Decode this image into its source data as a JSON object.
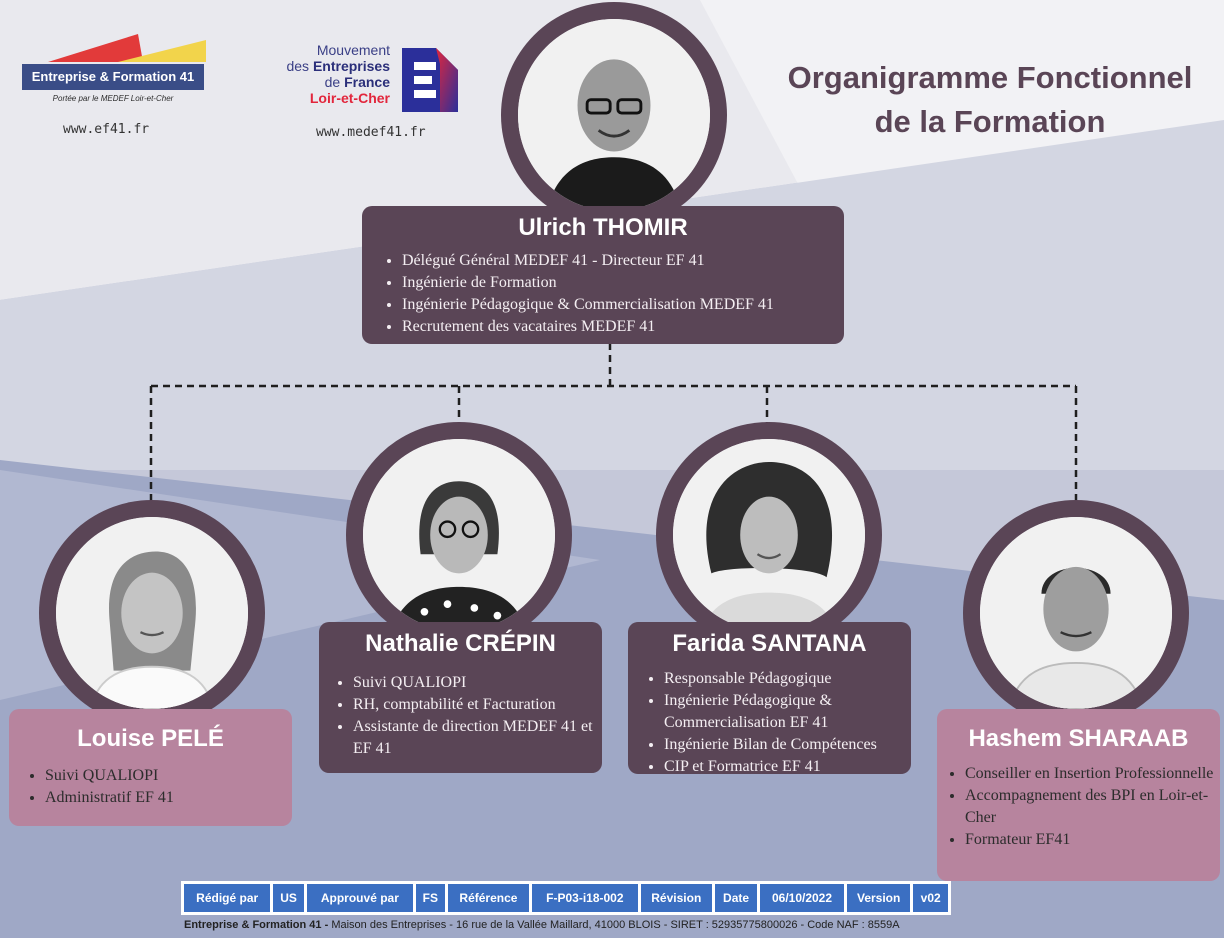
{
  "logos": {
    "ef_name": "Entreprise & Formation 41",
    "ef_tagline": "Portée par le MEDEF Loir-et-Cher",
    "ef_site": "www.ef41.fr",
    "medef_line1": "Mouvement",
    "medef_line2_a": "des ",
    "medef_line2_b": "Entreprises",
    "medef_line3_a": "de ",
    "medef_line3_b": "France",
    "medef_line4": "Loir-et-Cher",
    "medef_site": "www.medef41.fr"
  },
  "title": {
    "line1": "Organigramme Fonctionnel",
    "line2": "de la Formation"
  },
  "people": {
    "director": {
      "name": "Ulrich THOMIR",
      "roles": [
        "Délégué Général MEDEF 41 - Directeur EF 41",
        "Ingénierie de Formation",
        "Ingénierie Pédagogique & Commercialisation MEDEF 41",
        "Recrutement des vacataires MEDEF 41"
      ]
    },
    "louise": {
      "name": "Louise PELÉ",
      "roles": [
        "Suivi QUALIOPI",
        "Administratif EF 41"
      ]
    },
    "nathalie": {
      "name": "Nathalie CRÉPIN",
      "roles": [
        "Suivi QUALIOPI",
        "RH, comptabilité et Facturation",
        "Assistante de direction MEDEF 41 et EF 41"
      ]
    },
    "farida": {
      "name": "Farida SANTANA",
      "roles": [
        "Responsable Pédagogique",
        "Ingénierie Pédagogique & Commercialisation EF 41",
        "Ingénierie Bilan de Compétences",
        "CIP et Formatrice EF 41"
      ]
    },
    "hashem": {
      "name": "Hashem SHARAAB",
      "roles": [
        "Conseiller en Insertion Professionnelle",
        "Accompagnement des BPI en Loir-et-Cher",
        "Formateur EF41"
      ]
    }
  },
  "footer_table": [
    "Rédigé par",
    "US",
    "Approuvé par",
    "FS",
    "Référence",
    "F-P03-i18-002",
    "Révision",
    "Date",
    "06/10/2022",
    "Version",
    "v02"
  ],
  "footer": {
    "org": "Entreprise & Formation 41 - ",
    "address": "Maison des Entreprises - 16 rue de la Vallée Maillard, 41000 BLOIS - SIRET : 52935775800026 - Code NAF : 8559A"
  },
  "colors": {
    "plum": "#5a4556",
    "pink": "#b7849e",
    "table_blue": "#3b6fc2",
    "medef_red": "#e2263c",
    "medef_blue": "#3a3f86"
  }
}
